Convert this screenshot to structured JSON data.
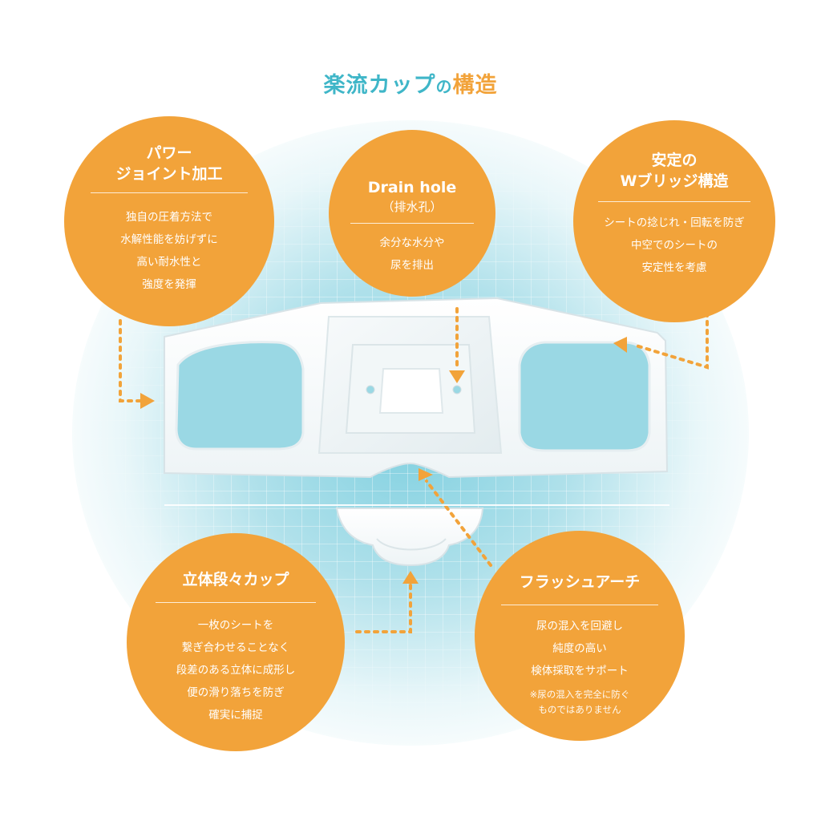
{
  "title": {
    "part1": "楽流カップ",
    "part2": "の",
    "part3": "構造"
  },
  "colors": {
    "accent_orange": "#f2a33a",
    "accent_teal": "#3fb6c8",
    "glow": "#8fd3e0"
  },
  "callouts": [
    {
      "id": "c1",
      "heading_lines": [
        "パワー",
        "ジョイント加工"
      ],
      "body_lines": [
        "独自の圧着方法で",
        "水解性能を妨げずに",
        "高い耐水性と",
        "強度を発揮"
      ]
    },
    {
      "id": "c2",
      "heading_lines": [
        "Drain hole"
      ],
      "subheading": "（排水孔）",
      "body_lines": [
        "余分な水分や",
        "尿を排出"
      ]
    },
    {
      "id": "c3",
      "heading_lines": [
        "安定の",
        "Wブリッジ構造"
      ],
      "body_lines": [
        "シートの捻じれ・回転を防ぎ",
        "中空でのシートの",
        "安定性を考慮"
      ]
    },
    {
      "id": "c4",
      "heading_lines": [
        "立体段々カップ"
      ],
      "body_lines": [
        "一枚のシートを",
        "繋ぎ合わせることなく",
        "段差のある立体に成形し",
        "便の滑り落ちを防ぎ",
        "確実に捕捉"
      ]
    },
    {
      "id": "c5",
      "heading_lines": [
        "フラッシュアーチ"
      ],
      "body_lines": [
        "尿の混入を回避し",
        "純度の高い",
        "検体採取をサポート"
      ],
      "note_lines": [
        "※尿の混入を完全に防ぐ",
        "ものではありません"
      ]
    }
  ]
}
